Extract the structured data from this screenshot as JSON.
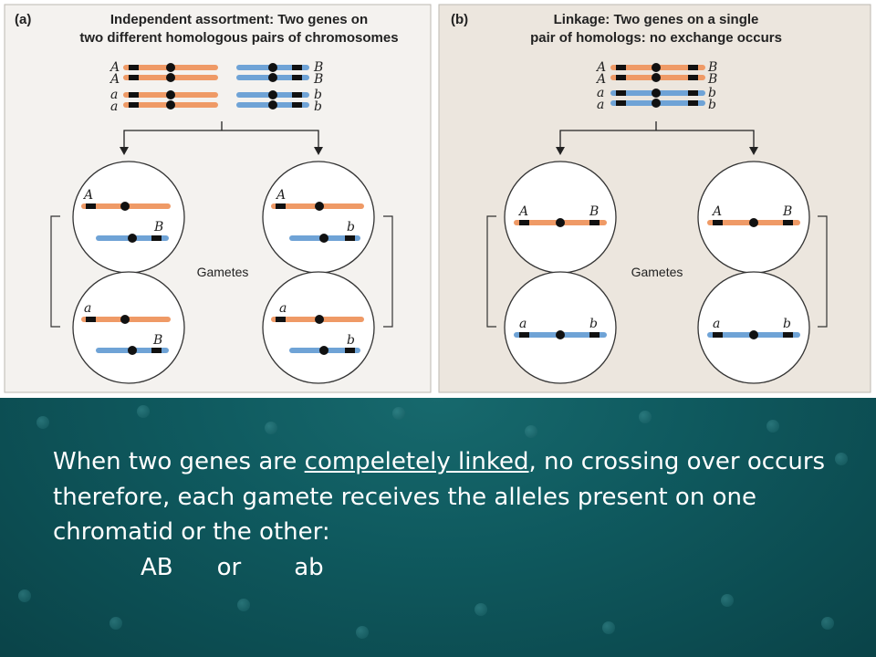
{
  "panel_a": {
    "tag": "(a)",
    "title_line1": "Independent assortment: Two genes on",
    "title_line2": "two different homologous pairs of chromosomes",
    "alleles_left": [
      "A",
      "A",
      "a",
      "a"
    ],
    "alleles_right": [
      "B",
      "B",
      "b",
      "b"
    ],
    "gametes_label": "Gametes",
    "gametes": [
      {
        "top": "A",
        "bottom": "B"
      },
      {
        "top": "A",
        "bottom": "b"
      },
      {
        "top": "a",
        "bottom": "B"
      },
      {
        "top": "a",
        "bottom": "b"
      }
    ]
  },
  "panel_b": {
    "tag": "(b)",
    "title_line1": "Linkage: Two genes on a single",
    "title_line2": "pair of homologs: no exchange occurs",
    "alleles_left": [
      "A",
      "A",
      "a",
      "a"
    ],
    "alleles_right": [
      "B",
      "B",
      "b",
      "b"
    ],
    "gametes_label": "Gametes",
    "gametes": [
      {
        "left": "A",
        "right": "B"
      },
      {
        "left": "A",
        "right": "B"
      },
      {
        "left": "a",
        "right": "b"
      },
      {
        "left": "a",
        "right": "b"
      }
    ]
  },
  "caption": {
    "part1": "When two genes are ",
    "underlined": "compeletely linked",
    "part2": ", no crossing over occurs therefore, each gamete receives the alleles present on one chromatid or the other:",
    "option1": "AB",
    "or": "or",
    "option2": "ab"
  },
  "colors": {
    "orange": "#ef9a66",
    "blue": "#6fa3d6",
    "panel_a_bg": "#f4f2ef",
    "panel_b_bg": "#ece6de",
    "teal": "#0f5a5f"
  }
}
